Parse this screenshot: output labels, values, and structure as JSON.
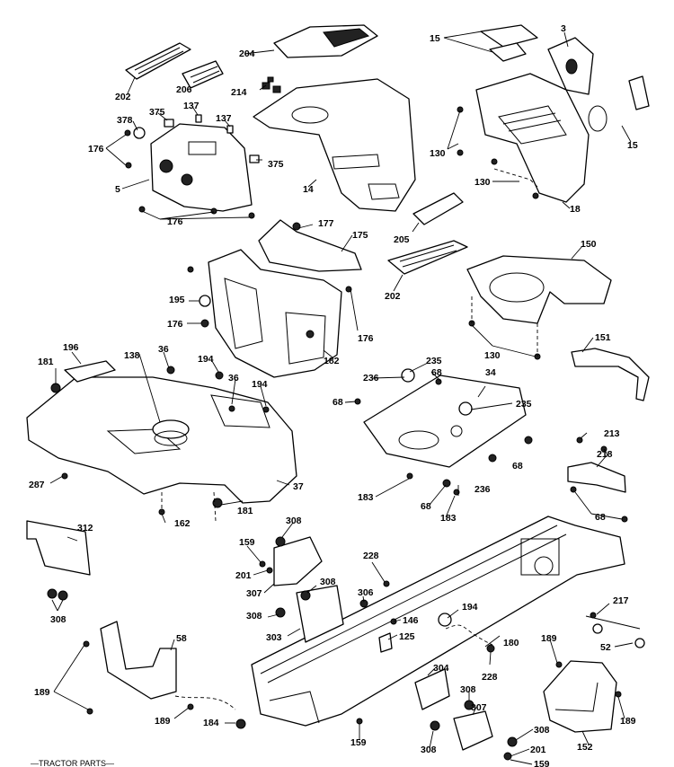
{
  "diagram": {
    "callouts": {
      "c_202a": "202",
      "c_206": "206",
      "c_204": "204",
      "c_214": "214",
      "c_15a": "15",
      "c_3": "3",
      "c_15b": "15",
      "c_375a": "375",
      "c_137a": "137",
      "c_137b": "137",
      "c_378": "378",
      "c_176a": "176",
      "c_5": "5",
      "c_375b": "375",
      "c_14": "14",
      "c_130a": "130",
      "c_130b": "130",
      "c_18": "18",
      "c_176b": "176",
      "c_177": "177",
      "c_175": "175",
      "c_205": "205",
      "c_202b": "202",
      "c_150": "150",
      "c_195": "195",
      "c_176c": "176",
      "c_176d": "176",
      "c_182": "182",
      "c_130c": "130",
      "c_151": "151",
      "c_196": "196",
      "c_36a": "36",
      "c_181a": "181",
      "c_138": "138",
      "c_194a": "194",
      "c_36b": "36",
      "c_194b": "194",
      "c_235a": "235",
      "c_236a": "236",
      "c_68a": "68",
      "c_34": "34",
      "c_68b": "68",
      "c_235b": "235",
      "c_287": "287",
      "c_37": "37",
      "c_162": "162",
      "c_181b": "181",
      "c_213": "213",
      "c_218": "218",
      "c_68c": "68",
      "c_68d": "68",
      "c_183a": "183",
      "c_236b": "236",
      "c_68e": "68",
      "c_183b": "183",
      "c_312": "312",
      "c_308a": "308",
      "c_308b": "308",
      "c_159a": "159",
      "c_201a": "201",
      "c_307a": "307",
      "c_228a": "228",
      "c_308c": "308",
      "c_306": "306",
      "c_194c": "194",
      "c_217": "217",
      "c_308d": "308",
      "c_303": "303",
      "c_146": "146",
      "c_125": "125",
      "c_180": "180",
      "c_52": "52",
      "c_58": "58",
      "c_189a": "189",
      "c_189b": "189",
      "c_304": "304",
      "c_228b": "228",
      "c_189c": "189",
      "c_189d": "189",
      "c_308e": "308",
      "c_307b": "307",
      "c_308f": "308",
      "c_184": "184",
      "c_159b": "159",
      "c_308g": "308",
      "c_201b": "201",
      "c_152": "152",
      "c_159c": "159"
    },
    "footer_text": "—TRACTOR PARTS—"
  }
}
